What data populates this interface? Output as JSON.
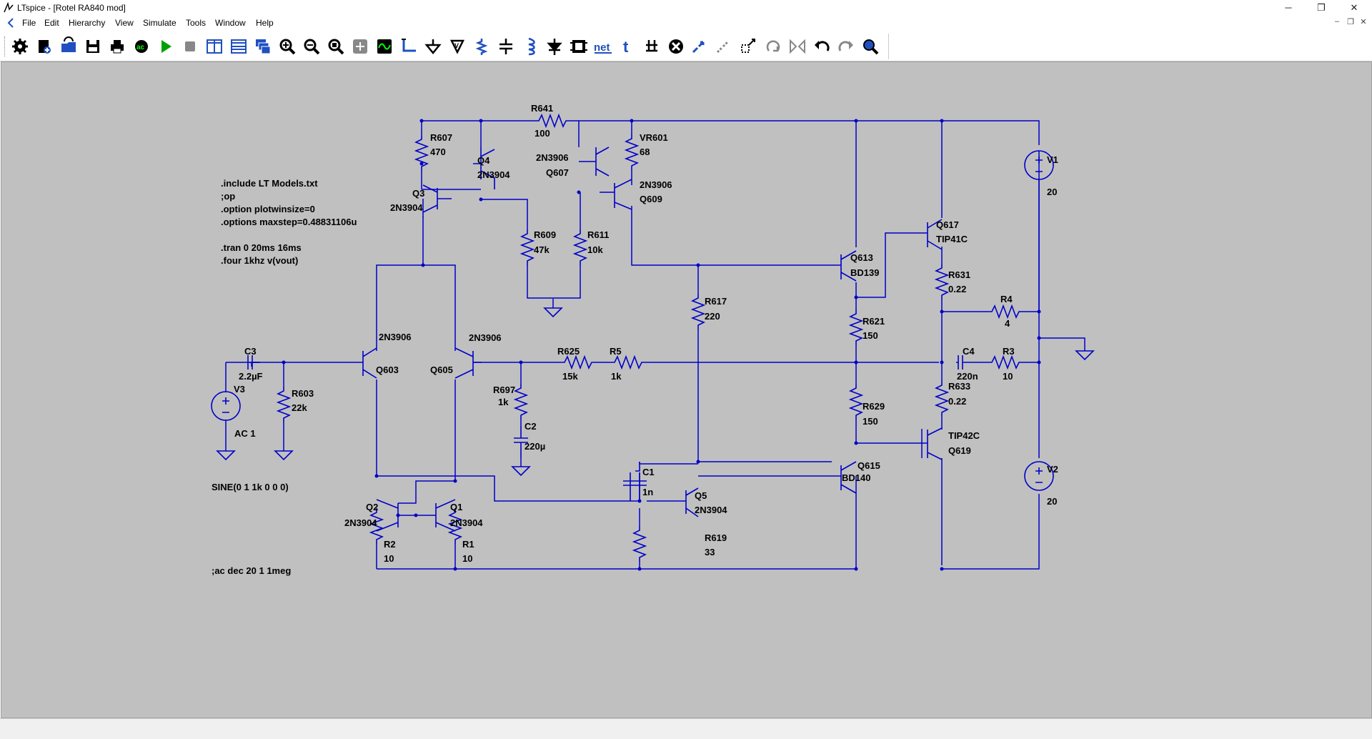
{
  "window": {
    "title": "LTspice - [Rotel RA840 mod]",
    "minimize_glyph": "─",
    "maximize_glyph": "❐",
    "close_glyph": "✕"
  },
  "menubar": {
    "items": [
      "File",
      "Edit",
      "Hierarchy",
      "View",
      "Simulate",
      "Tools",
      "Window",
      "Help"
    ],
    "mdi_minimize": "–",
    "mdi_restore": "❐",
    "mdi_close": "✕"
  },
  "toolbar": {
    "buttons": [
      "settings-icon",
      "new-schematic-icon",
      "open-icon",
      "save-icon",
      "print-icon",
      "ac-analysis-icon",
      "run-icon",
      "halt-icon",
      "tile-vertical-icon",
      "tile-horizontal-icon",
      "cascade-icon",
      "zoom-in-icon",
      "zoom-out-icon",
      "zoom-fit-icon",
      "zoom-area-icon",
      "autoscale-icon",
      "draw-wire-icon",
      "ground-icon",
      "voltage-label-icon",
      "resistor-icon",
      "capacitor-icon",
      "inductor-icon",
      "diode-icon",
      "component-icon",
      "net-label-icon",
      "text-icon",
      "spice-directive-icon",
      "delete-icon",
      "duplicate-icon",
      "move-icon",
      "drag-icon",
      "rotate-icon",
      "mirror-icon",
      "undo-icon",
      "redo-icon",
      "find-icon"
    ],
    "net_text": "net",
    "text_glyph": "t"
  },
  "colors": {
    "canvas_bg": "#c0c0c0",
    "wire": "#0000c8",
    "component": "#0000c8",
    "text": "#000000"
  },
  "schematic": {
    "directives": {
      "include": ".include LT Models.txt",
      "op": ";op",
      "plotwinsize": ".option plotwinsize=0",
      "maxstep": ".options maxstep=0.48831106u",
      "tran": ".tran 0 20ms 16ms",
      "four": ".four 1khz v(vout)",
      "sine": "SINE(0 1 1k 0 0 0)",
      "ac": ";ac dec 20 1 1meg"
    },
    "components": {
      "R641": {
        "name": "R641",
        "value": "100"
      },
      "R607": {
        "name": "R607",
        "value": "470"
      },
      "VR601": {
        "name": "VR601",
        "value": "68"
      },
      "Q4": {
        "name": "Q4",
        "model": "2N3904"
      },
      "Q3": {
        "name": "Q3",
        "model": "2N3904"
      },
      "Q607": {
        "name": "Q607",
        "model": "2N3906"
      },
      "Q609": {
        "name": "Q609",
        "model": "2N3906"
      },
      "R609": {
        "name": "R609",
        "value": "47k"
      },
      "R611": {
        "name": "R611",
        "value": "10k"
      },
      "Q613": {
        "name": "Q613",
        "model": "BD139"
      },
      "Q617": {
        "name": "Q617",
        "model": "TIP41C"
      },
      "R631": {
        "name": "R631",
        "value": "0.22"
      },
      "R4": {
        "name": "R4",
        "value": "4"
      },
      "V1": {
        "name": "V1",
        "value": "20"
      },
      "R617": {
        "name": "R617",
        "value": "220"
      },
      "R621": {
        "name": "R621",
        "value": "150"
      },
      "C3": {
        "name": "C3",
        "value": "2.2µF"
      },
      "V3": {
        "name": "V3",
        "value": "AC 1"
      },
      "R603": {
        "name": "R603",
        "value": "22k"
      },
      "Q603": {
        "name": "Q603",
        "model": "2N3906"
      },
      "Q605": {
        "name": "Q605",
        "model": "2N3906"
      },
      "R625": {
        "name": "R625",
        "value": "15k"
      },
      "R5": {
        "name": "R5",
        "value": "1k"
      },
      "R697": {
        "name": "R697",
        "value": "1k"
      },
      "C2": {
        "name": "C2",
        "value": "220µ"
      },
      "C4": {
        "name": "C4",
        "value": "220n"
      },
      "R3": {
        "name": "R3",
        "value": "10"
      },
      "R633": {
        "name": "R633",
        "value": "0.22"
      },
      "R629": {
        "name": "R629",
        "value": "150"
      },
      "Q619": {
        "name": "Q619",
        "model": "TIP42C"
      },
      "Q615": {
        "name": "Q615",
        "model": "BD140"
      },
      "C1": {
        "name": "C1",
        "value": "1n"
      },
      "Q5": {
        "name": "Q5",
        "model": "2N3904"
      },
      "R619": {
        "name": "R619",
        "value": "33"
      },
      "V2": {
        "name": "V2",
        "value": "20"
      },
      "Q2": {
        "name": "Q2",
        "model": "2N3904"
      },
      "Q1": {
        "name": "Q1",
        "model": "2N3904"
      },
      "R2": {
        "name": "R2",
        "value": "10"
      },
      "R1": {
        "name": "R1",
        "value": "10"
      }
    }
  }
}
